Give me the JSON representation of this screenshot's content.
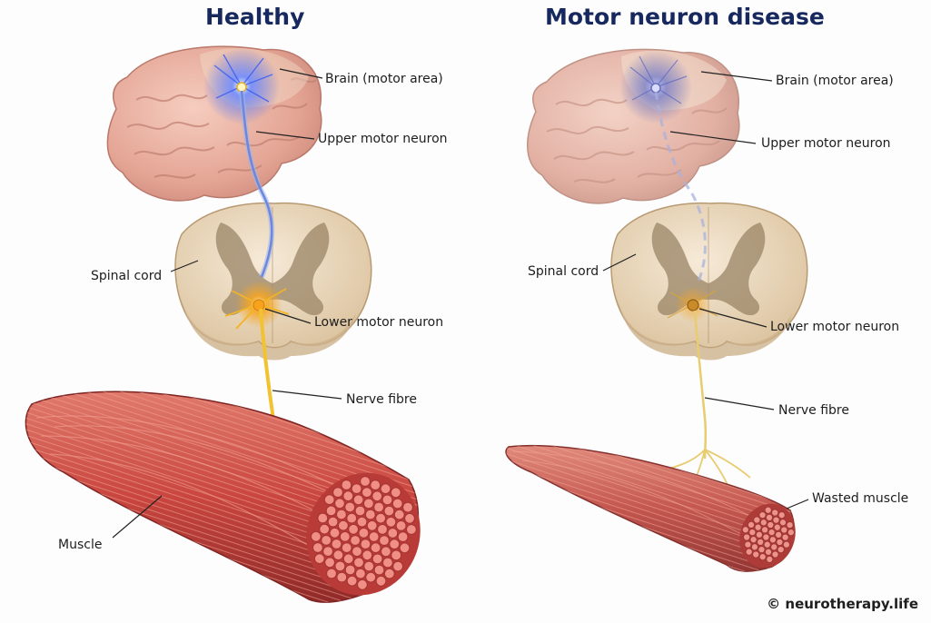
{
  "panels": {
    "healthy": {
      "title": "Healthy",
      "labels": {
        "brain": "Brain (motor area)",
        "upper_motor_neuron": "Upper motor neuron",
        "spinal_cord": "Spinal cord",
        "lower_motor_neuron": "Lower motor neuron",
        "nerve_fibre": "Nerve fibre",
        "muscle": "Muscle"
      }
    },
    "mnd": {
      "title": "Motor neuron disease",
      "labels": {
        "brain": "Brain (motor area)",
        "upper_motor_neuron": "Upper motor neuron",
        "spinal_cord": "Spinal cord",
        "lower_motor_neuron": "Lower motor neuron",
        "nerve_fibre": "Nerve fibre",
        "muscle": "Wasted muscle"
      }
    }
  },
  "watermark": "© neurotherapy.life",
  "colors": {
    "title": "#16285e",
    "brain": "#e8a99a",
    "muscle": "#c9463f",
    "nerve": "#f2c230",
    "neuron_glow": "#4a6cf0"
  }
}
